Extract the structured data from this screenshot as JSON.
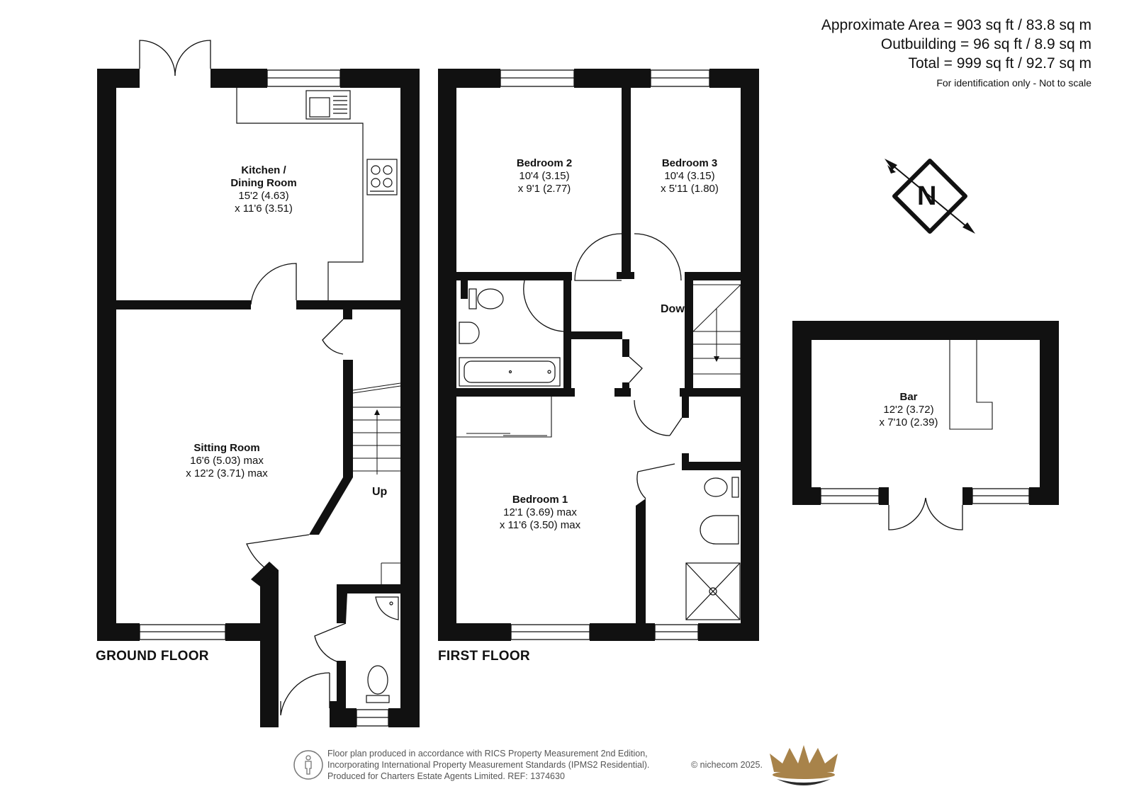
{
  "area": {
    "approx": "Approximate Area = 903 sq ft / 83.8 sq m",
    "outbuilding": "Outbuilding = 96 sq ft / 8.9 sq m",
    "total": "Total = 999 sq ft / 92.7 sq m",
    "note": "For identification only - Not to scale"
  },
  "floors": {
    "ground": "GROUND FLOOR",
    "first": "FIRST FLOOR"
  },
  "rooms": {
    "kitchen": {
      "name_line1": "Kitchen /",
      "name_line2": "Dining Room",
      "dim1": "15'2 (4.63)",
      "dim2": "x 11'6 (3.51)"
    },
    "sitting": {
      "name": "Sitting Room",
      "dim1": "16'6 (5.03) max",
      "dim2": "x 12'2 (3.71) max"
    },
    "bedroom2": {
      "name": "Bedroom 2",
      "dim1": "10'4 (3.15)",
      "dim2": "x 9'1 (2.77)"
    },
    "bedroom3": {
      "name": "Bedroom 3",
      "dim1": "10'4 (3.15)",
      "dim2": "x 5'11 (1.80)"
    },
    "bedroom1": {
      "name": "Bedroom 1",
      "dim1": "12'1 (3.69) max",
      "dim2": "x 11'6 (3.50) max"
    },
    "bar": {
      "name": "Bar",
      "dim1": "12'2 (3.72)",
      "dim2": "x 7'10 (2.39)"
    }
  },
  "stairs": {
    "up": "Up",
    "down": "Down"
  },
  "compass": {
    "letter": "N"
  },
  "footer": {
    "line1": "Floor plan produced in accordance with RICS Property Measurement 2nd Edition,",
    "line2": "Incorporating International Property Measurement Standards (IPMS2 Residential).",
    "line3": "Produced for Charters Estate Agents Limited.   REF: 1374630",
    "copyright": "© nichecom 2025."
  },
  "colors": {
    "wall": "#111111",
    "accent_gold": "#a8834a",
    "accent_dark": "#2b2b2b"
  }
}
